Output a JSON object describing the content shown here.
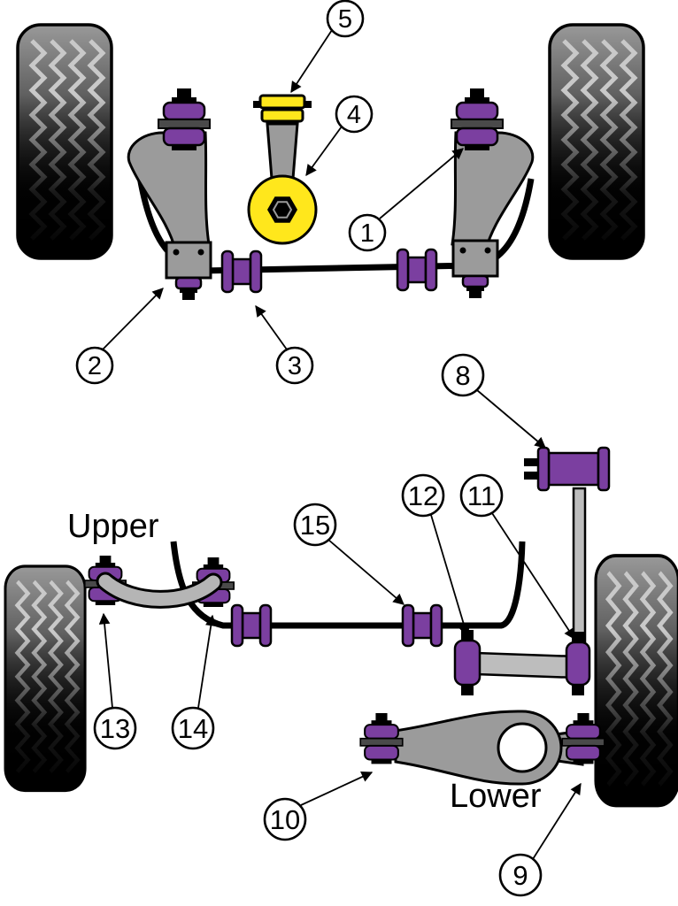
{
  "diagram": {
    "labels": {
      "upper": "Upper",
      "lower": "Lower"
    },
    "callouts": {
      "c1": "1",
      "c2": "2",
      "c3": "3",
      "c4": "4",
      "c5": "5",
      "c8": "8",
      "c9": "9",
      "c10": "10",
      "c11": "11",
      "c12": "12",
      "c13": "13",
      "c14": "14",
      "c15": "15"
    },
    "colors": {
      "bushing_purple": "#7b3fa0",
      "insert_yellow": "#ffe71c",
      "arm_gray": "#9b9b9b",
      "link_gray": "#bdbdbd",
      "outline_black": "#000000",
      "background_white": "#ffffff"
    }
  }
}
